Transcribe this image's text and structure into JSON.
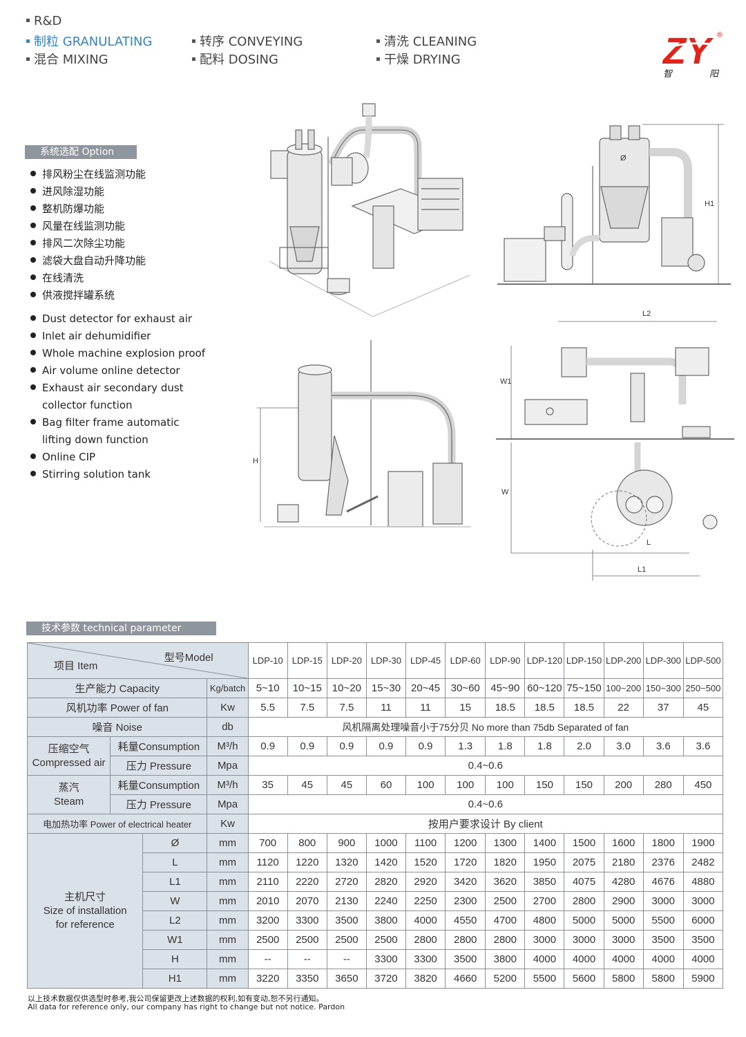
{
  "menu": {
    "rd": "R&D",
    "items": [
      {
        "label": "制粒 GRANULATING"
      },
      {
        "label": "转序 CONVEYING"
      },
      {
        "label": "清洗 CLEANING"
      },
      {
        "label": "混合 MIXING"
      },
      {
        "label": "配料 DOSING"
      },
      {
        "label": "干燥 DRYING"
      }
    ]
  },
  "brand": {
    "logo_text": "ZY",
    "registered": "®",
    "sub_1": "智",
    "sub_2": "阳",
    "accent": "#e2231a"
  },
  "options": {
    "title": "系统选配 Option",
    "cn": [
      "排风粉尘在线监测功能",
      "进风除湿功能",
      "整机防爆功能",
      "风量在线监测功能",
      "排风二次除尘功能",
      "滤袋大盘自动升降功能",
      "在线清洗",
      "供液搅拌罐系统"
    ],
    "en": [
      {
        "l1": "Dust detector for exhaust air"
      },
      {
        "l1": "Inlet air dehumidifier"
      },
      {
        "l1": "Whole machine explosion proof"
      },
      {
        "l1": "Air volume online detector"
      },
      {
        "l1": "Exhaust air secondary dust",
        "l2": "collector function"
      },
      {
        "l1": "Bag filter frame automatic",
        "l2": "lifting down function"
      },
      {
        "l1": "Online CIP"
      },
      {
        "l1": "Stirring solution tank"
      }
    ]
  },
  "diagrams": {
    "h1": "H1",
    "l2": "L2",
    "w1": "W1",
    "h": "H",
    "w": "W",
    "l": "L",
    "l1": "L1",
    "body_mark": "Ø"
  },
  "table": {
    "title": "技术参数  technical parameter",
    "header_model": "型号Model",
    "header_item": "项目 Item",
    "models": [
      "LDP-10",
      "LDP-15",
      "LDP-20",
      "LDP-30",
      "LDP-45",
      "LDP-60",
      "LDP-90",
      "LDP-120",
      "LDP-150",
      "LDP-200",
      "LDP-300",
      "LDP-500"
    ],
    "capacity": {
      "label": "生产能力 Capacity",
      "unit": "Kg/batch",
      "values": [
        "5~10",
        "10~15",
        "10~20",
        "15~30",
        "20~45",
        "30~60",
        "45~90",
        "60~120",
        "75~150",
        "100~200",
        "150~300",
        "250~500"
      ]
    },
    "fan": {
      "label": "风机功率 Power of fan",
      "unit": "Kw",
      "values": [
        "5.5",
        "7.5",
        "7.5",
        "11",
        "11",
        "15",
        "18.5",
        "18.5",
        "18.5",
        "22",
        "37",
        "45"
      ]
    },
    "noise": {
      "label": "噪音 Noise",
      "unit": "db",
      "text": "风机隔离处理噪音小于75分贝 No more than 75db Separated of fan"
    },
    "air": {
      "label_cn": "压缩空气",
      "label_en": "Compressed air",
      "consumption": {
        "label": "耗量Consumption",
        "unit": "M³/h",
        "values": [
          "0.9",
          "0.9",
          "0.9",
          "0.9",
          "0.9",
          "1.3",
          "1.8",
          "1.8",
          "2.0",
          "3.0",
          "3.6",
          "3.6"
        ]
      },
      "pressure": {
        "label": "压力 Pressure",
        "unit": "Mpa",
        "text": "0.4~0.6"
      }
    },
    "steam": {
      "label_cn": "蒸汽",
      "label_en": "Steam",
      "consumption": {
        "label": "耗量Consumption",
        "unit": "M³/h",
        "values": [
          "35",
          "45",
          "45",
          "60",
          "100",
          "100",
          "100",
          "150",
          "150",
          "200",
          "280",
          "450"
        ]
      },
      "pressure": {
        "label": "压力 Pressure",
        "unit": "Mpa",
        "text": "0.4~0.6"
      }
    },
    "heater": {
      "label": "电加热功率 Power of electrical heater",
      "unit": "Kw",
      "text": "按用户要求设计 By client"
    },
    "size": {
      "label_cn": "主机尺寸",
      "label_en1": "Size of installation",
      "label_en2": "for reference",
      "rows": [
        {
          "name": "Ø",
          "unit": "mm",
          "values": [
            "700",
            "800",
            "900",
            "1000",
            "1100",
            "1200",
            "1300",
            "1400",
            "1500",
            "1600",
            "1800",
            "1900"
          ]
        },
        {
          "name": "L",
          "unit": "mm",
          "values": [
            "1120",
            "1220",
            "1320",
            "1420",
            "1520",
            "1720",
            "1820",
            "1950",
            "2075",
            "2180",
            "2376",
            "2482"
          ]
        },
        {
          "name": "L1",
          "unit": "mm",
          "values": [
            "2110",
            "2220",
            "2720",
            "2820",
            "2920",
            "3420",
            "3620",
            "3850",
            "4075",
            "4280",
            "4676",
            "4880"
          ]
        },
        {
          "name": "W",
          "unit": "mm",
          "values": [
            "2010",
            "2070",
            "2130",
            "2240",
            "2250",
            "2300",
            "2500",
            "2700",
            "2800",
            "2900",
            "3000",
            "3000"
          ]
        },
        {
          "name": "L2",
          "unit": "mm",
          "values": [
            "3200",
            "3300",
            "3500",
            "3800",
            "4000",
            "4550",
            "4700",
            "4800",
            "5000",
            "5000",
            "5500",
            "6000"
          ]
        },
        {
          "name": "W1",
          "unit": "mm",
          "values": [
            "2500",
            "2500",
            "2500",
            "2500",
            "2800",
            "2800",
            "2800",
            "3000",
            "3000",
            "3000",
            "3500",
            "3500"
          ]
        },
        {
          "name": "H",
          "unit": "mm",
          "values": [
            "--",
            "--",
            "--",
            "3300",
            "3300",
            "3500",
            "3800",
            "4000",
            "4000",
            "4000",
            "4000",
            "4000"
          ]
        },
        {
          "name": "H1",
          "unit": "mm",
          "values": [
            "3220",
            "3350",
            "3650",
            "3720",
            "3820",
            "4660",
            "5200",
            "5500",
            "5600",
            "5800",
            "5800",
            "5900"
          ]
        }
      ]
    }
  },
  "footnote": {
    "cn": "以上技术数据仅供选型时参考,我公司保留更改上述数据的权利,如有变动,恕不另行通知。",
    "en": "All data for reference only, our company has right to change but not notice. Pardon"
  }
}
